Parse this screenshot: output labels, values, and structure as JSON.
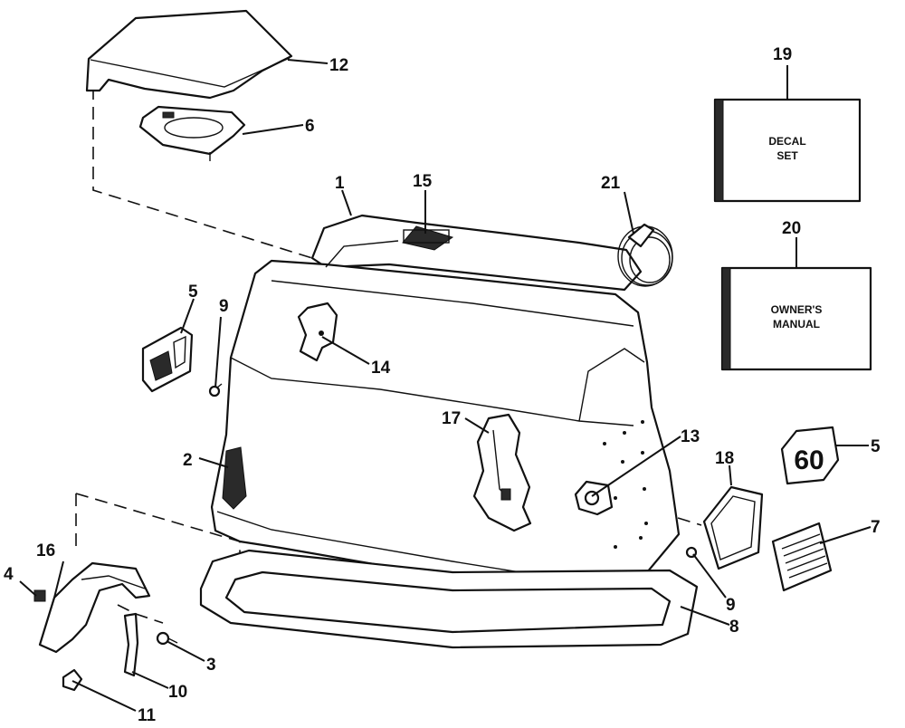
{
  "callouts": [
    "1",
    "2",
    "3",
    "4",
    "5",
    "5",
    "6",
    "7",
    "8",
    "9",
    "9",
    "10",
    "11",
    "12",
    "13",
    "14",
    "15",
    "16",
    "17",
    "18",
    "19",
    "20",
    "21"
  ],
  "boxes": {
    "decal": {
      "line1": "DECAL",
      "line2": "SET"
    },
    "manual": {
      "line1": "OWNER'S",
      "line2": "MANUAL"
    }
  },
  "badge_text": "60"
}
